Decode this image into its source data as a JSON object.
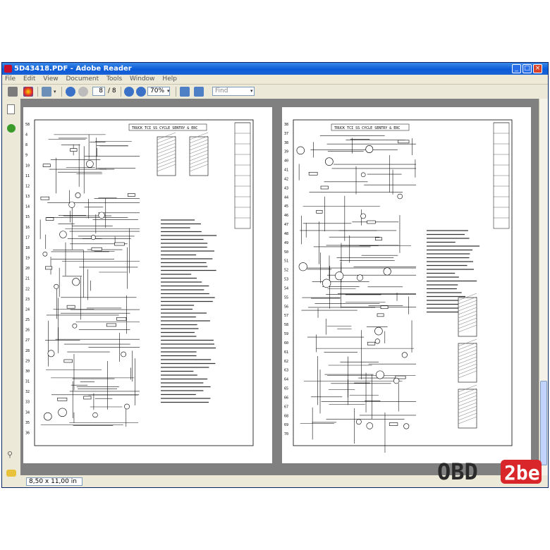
{
  "window": {
    "title": "5D43418.PDF - Adobe Reader"
  },
  "menu": {
    "items": [
      "File",
      "Edit",
      "View",
      "Document",
      "Tools",
      "Window",
      "Help"
    ]
  },
  "toolbar": {
    "page_current": "8",
    "page_total": "/ 8",
    "zoom": "70%",
    "find_placeholder": "Find"
  },
  "left_page": {
    "header": "TRUCK TCI SS CYCLE SENTRY & ERC",
    "row_numbers": [
      "58",
      "4",
      "8",
      "9",
      "10",
      "11",
      "12",
      "13",
      "14",
      "15",
      "16",
      "17",
      "18",
      "19",
      "20",
      "21",
      "22",
      "23",
      "24",
      "25",
      "26",
      "27",
      "28",
      "29",
      "30",
      "31",
      "32",
      "33",
      "34",
      "35",
      "36"
    ]
  },
  "right_page": {
    "header": "TRUCK TCI SS CYCLE SENTRY & ERC",
    "row_numbers": [
      "38",
      "37",
      "38",
      "39",
      "40",
      "41",
      "42",
      "43",
      "44",
      "45",
      "46",
      "47",
      "48",
      "49",
      "50",
      "51",
      "52",
      "53",
      "54",
      "55",
      "56",
      "57",
      "58",
      "59",
      "60",
      "61",
      "62",
      "63",
      "64",
      "65",
      "66",
      "67",
      "68",
      "69",
      "70"
    ]
  },
  "statusbar": {
    "page_size": "8,50 x 11,00 in"
  },
  "watermark": {
    "text_a": "OBD",
    "text_b": "2be"
  },
  "colors": {
    "titlebar": "#0a5bd8",
    "chrome": "#ece9d8",
    "doc_background": "#808080",
    "watermark_red": "#d9262b"
  }
}
